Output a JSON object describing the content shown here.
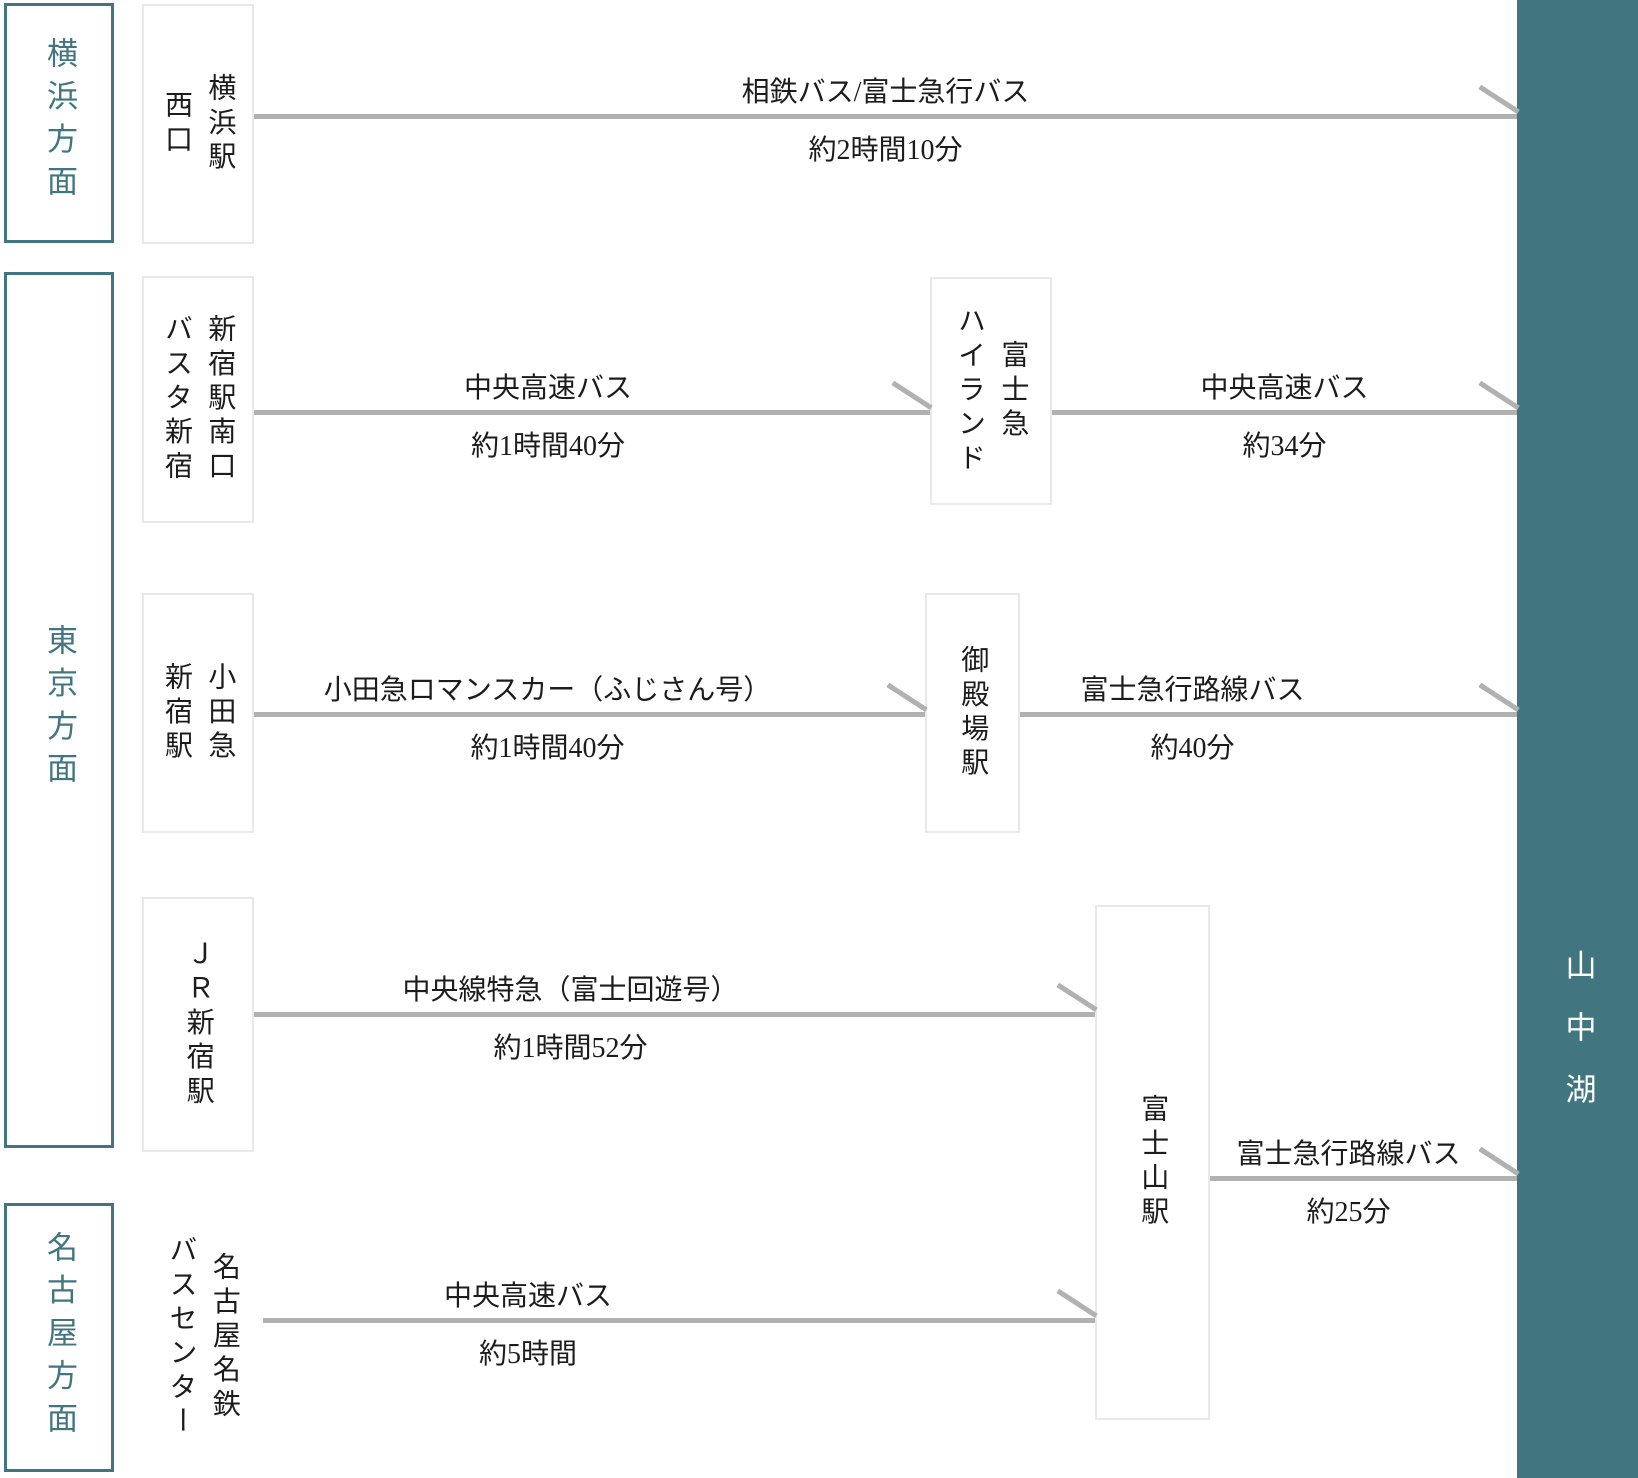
{
  "destination": {
    "label": "山中湖"
  },
  "directions": [
    {
      "label": "横浜方面"
    },
    {
      "label": "東京方面"
    },
    {
      "label": "名古屋方面"
    }
  ],
  "stations": {
    "yokohama_west": {
      "label": "横浜駅\n西口"
    },
    "busta_shinjuku": {
      "label": "新宿駅南口\nバスタ新宿"
    },
    "odakyu_shinjuku": {
      "label": "小田急\n新宿駅"
    },
    "jr_shinjuku": {
      "label": "ＪＲ新宿駅"
    },
    "nagoya_meitetsu": {
      "label": "名古屋名鉄\nバスセンター"
    },
    "fujikyu_highland": {
      "label": "富士急\nハイランド"
    },
    "gotemba": {
      "label": "御殿場駅"
    },
    "fujisan": {
      "label": "富士山駅"
    }
  },
  "routes": [
    {
      "mode": "相鉄バス/富士急行バス",
      "duration": "約2時間10分"
    },
    {
      "mode": "中央高速バス",
      "duration": "約1時間40分"
    },
    {
      "mode": "中央高速バス",
      "duration": "約34分"
    },
    {
      "mode": "小田急ロマンスカー（ふじさん号）",
      "duration": "約1時間40分"
    },
    {
      "mode": "富士急行路線バス",
      "duration": "約40分"
    },
    {
      "mode": "中央線特急（富士回遊号）",
      "duration": "約1時間52分"
    },
    {
      "mode": "中央高速バス",
      "duration": "約5時間"
    },
    {
      "mode": "富士急行路線バス",
      "duration": "約25分"
    }
  ],
  "colors": {
    "accent": "#417681",
    "arrow": "#b1b1b1",
    "box_border": "#e9e9e9",
    "text": "#1c1c1c"
  }
}
